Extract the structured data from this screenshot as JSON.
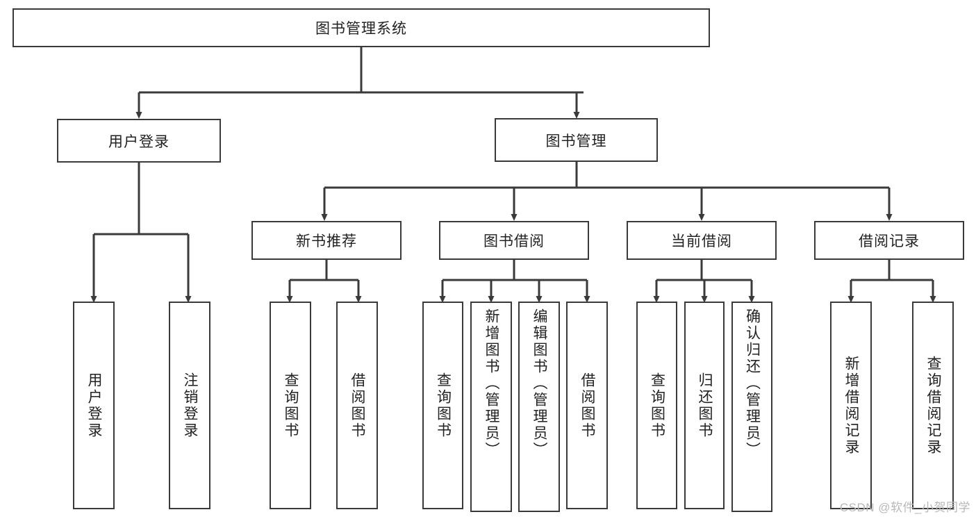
{
  "diagram": {
    "type": "tree",
    "title": "图书管理系统",
    "watermark": "CSDN @软件_小贺同学",
    "levels": {
      "root": {
        "label": "图书管理系统"
      },
      "level2": [
        {
          "label": "用户登录"
        },
        {
          "label": "图书管理"
        }
      ],
      "level3": [
        {
          "label": "新书推荐"
        },
        {
          "label": "图书借阅"
        },
        {
          "label": "当前借阅"
        },
        {
          "label": "借阅记录"
        }
      ],
      "leaves_user_login": [
        {
          "label": "用户登录"
        },
        {
          "label": "注销登录"
        }
      ],
      "leaves_new_book": [
        {
          "label": "查询图书"
        },
        {
          "label": "借阅图书"
        }
      ],
      "leaves_borrow": [
        {
          "label": "查询图书"
        },
        {
          "label": "新增图书（管理员）"
        },
        {
          "label": "编辑图书（管理员）"
        },
        {
          "label": "借阅图书"
        }
      ],
      "leaves_current": [
        {
          "label": "查询图书"
        },
        {
          "label": "归还图书"
        },
        {
          "label": "确认归还（管理员）"
        }
      ],
      "leaves_records": [
        {
          "label": "新增借阅记录"
        },
        {
          "label": "查询借阅记录"
        }
      ]
    },
    "colors": {
      "stroke": "#3a3a3a",
      "text": "#222222",
      "background": "#ffffff",
      "watermark": "#b8b8b8"
    }
  }
}
